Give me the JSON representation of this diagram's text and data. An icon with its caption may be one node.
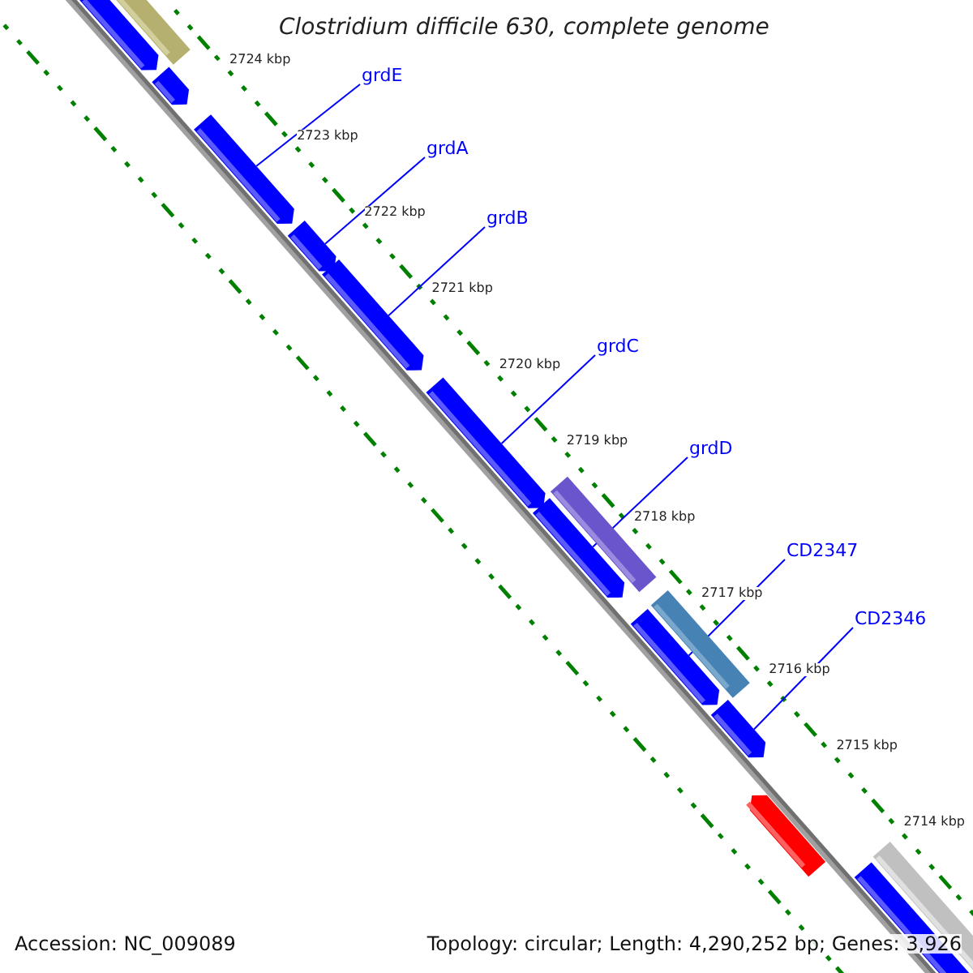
{
  "diagram": {
    "title": "Clostridium difficile 630, complete genome",
    "nodes": [
      {
        "text": [
          "grdE"
        ]
      },
      {
        "text": [
          "grdA"
        ]
      },
      {
        "text": [
          "grdB"
        ]
      },
      {
        "text": [
          "grdC"
        ]
      },
      {
        "text": [
          "grdD"
        ]
      },
      {
        "text": [
          "CD2347"
        ]
      },
      {
        "text": [
          "CD2346"
        ]
      },
      {
        "text": [],
        "shape": "pentagon"
      },
      {
        "text": [],
        "shape": "bar"
      },
      {
        "text": [],
        "shape": "pentagon"
      },
      {
        "text": [],
        "shape": "pentagon"
      },
      {
        "text": [],
        "shape": "pentagon"
      },
      {
        "text": [],
        "shape": "pentagon"
      },
      {
        "text": [],
        "shape": "pentagon"
      },
      {
        "text": [],
        "shape": "bar"
      },
      {
        "text": [],
        "shape": "pentagon"
      },
      {
        "text": [],
        "shape": "bar"
      },
      {
        "text": [],
        "shape": "pentagon"
      },
      {
        "text": [],
        "shape": "pentagon"
      },
      {
        "text": [],
        "shape": "pentagon"
      },
      {
        "text": [],
        "shape": "bar"
      },
      {
        "text": [],
        "shape": "pentagon"
      }
    ],
    "edges": [
      {
        "from": 0,
        "to": 10,
        "arrow": "none"
      },
      {
        "from": 1,
        "to": 11,
        "arrow": "none"
      },
      {
        "from": 2,
        "to": 12,
        "arrow": "none"
      },
      {
        "from": 3,
        "to": 13,
        "arrow": "none"
      },
      {
        "from": 4,
        "to": 15,
        "arrow": "none"
      },
      {
        "from": 5,
        "to": 17,
        "arrow": "none"
      },
      {
        "from": 6,
        "to": 18,
        "arrow": "none"
      }
    ],
    "labels": [
      "2724 kbp",
      "2723 kbp",
      "2722 kbp",
      "2721 kbp",
      "2720 kbp",
      "2719 kbp",
      "2718 kbp",
      "2717 kbp",
      "2716 kbp",
      "2715 kbp",
      "2714 kbp",
      "Accession: NC_009089",
      "Topology: circular; Length: 4,290,252 bp; Genes: 3,926"
    ]
  }
}
